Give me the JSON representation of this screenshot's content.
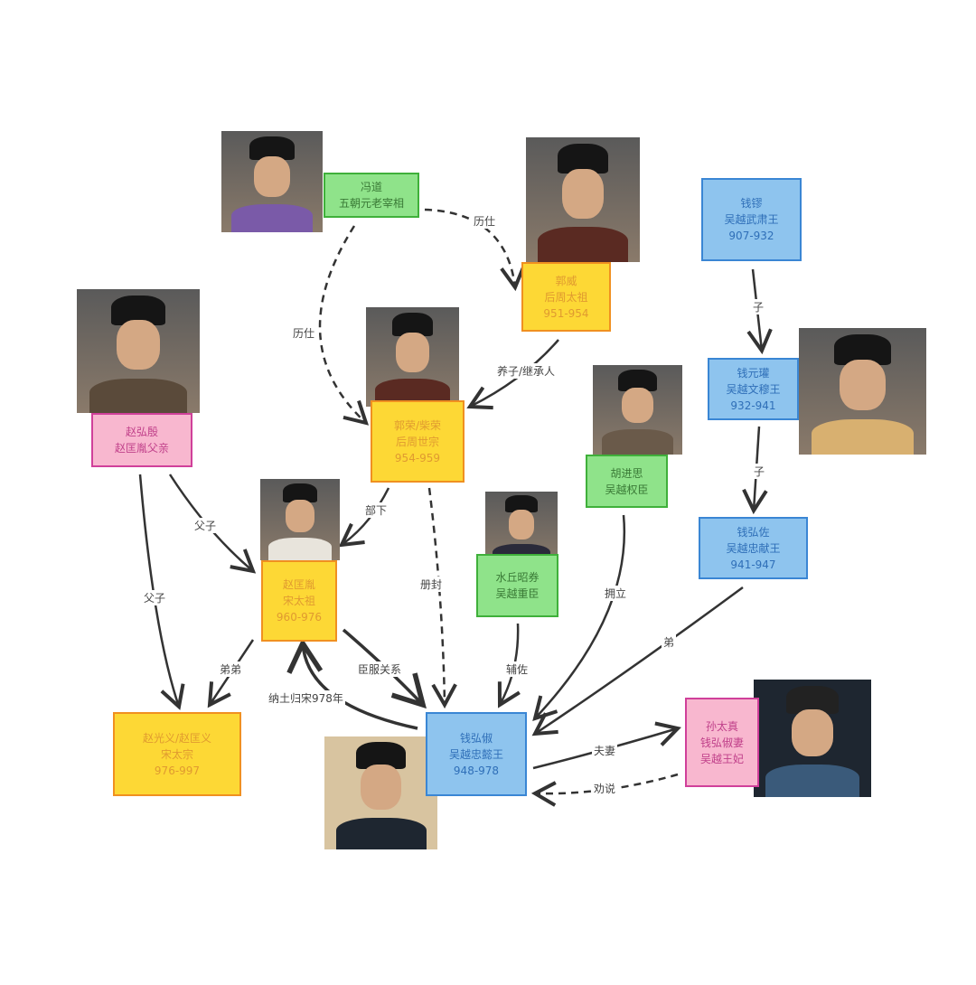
{
  "nodes": {
    "fengdao": {
      "name": "冯道",
      "title": "五朝元老宰相"
    },
    "guowei": {
      "name": "郭威",
      "title": "后周太祖",
      "reign": "951-954"
    },
    "qianliu": {
      "name": "钱镠",
      "title": "吴越武肃王",
      "reign": "907-932"
    },
    "zhaohongyin": {
      "name": "赵弘殷",
      "title": "赵匡胤父亲"
    },
    "guorong": {
      "name": "郭荣/柴荣",
      "title": "后周世宗",
      "reign": "954-959"
    },
    "hujinsi": {
      "name": "胡进思",
      "title": "吴越权臣"
    },
    "qianyuanguan": {
      "name": "钱元瓘",
      "title": "吴越文穆王",
      "reign": "932-941"
    },
    "qianhongzuo": {
      "name": "钱弘佐",
      "title": "吴越忠献王",
      "reign": "941-947"
    },
    "zhaokuangyin": {
      "name": "赵匡胤",
      "title": "宋太祖",
      "reign": "960-976"
    },
    "shuiqiu": {
      "name": "水丘昭券",
      "title": "吴越重臣"
    },
    "zhaoguangyi": {
      "name": "赵光义/赵匡义",
      "title": "宋太宗",
      "reign": "976-997"
    },
    "qianhongchu": {
      "name": "钱弘俶",
      "title": "吴越忠懿王",
      "reign": "948-978"
    },
    "suntaizhen": {
      "name": "孙太真",
      "title": "钱弘俶妻",
      "title2": "吴越王妃"
    }
  },
  "edges": {
    "e1": "历仕",
    "e2": "历仕",
    "e3": "养子/继承人",
    "e4": "子",
    "e5": "子",
    "e6": "父子",
    "e7": "父子",
    "e8": "部下",
    "e9": "册封",
    "e10": "拥立",
    "e11": "弟",
    "e12": "弟弟",
    "e13": "臣服关系",
    "e14": "纳土归宋978年",
    "e15": "辅佐",
    "e16": "夫妻",
    "e17": "劝说"
  }
}
